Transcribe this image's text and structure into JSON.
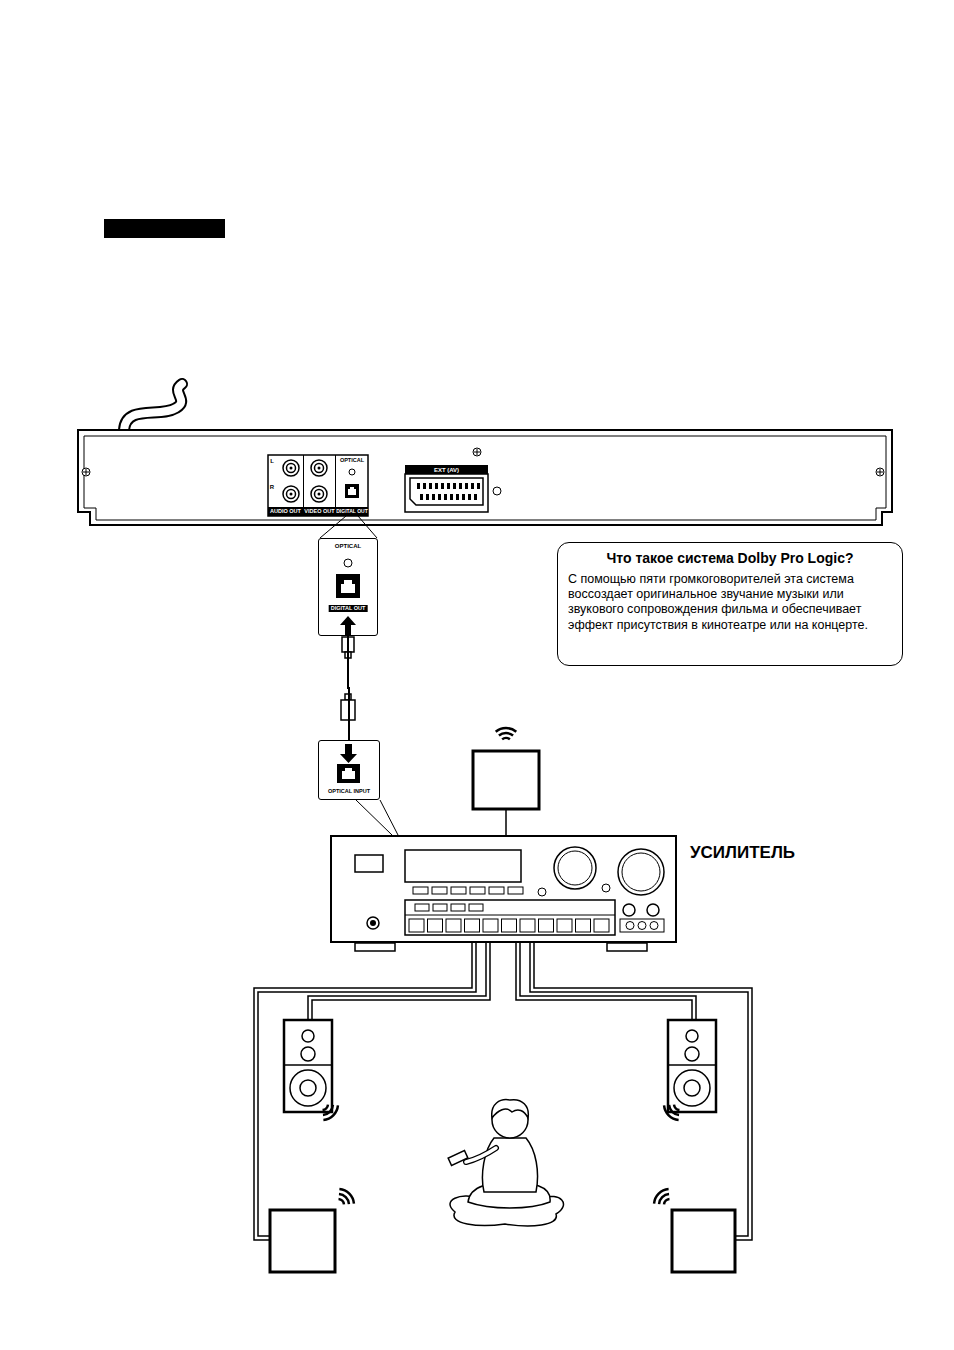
{
  "diagram": {
    "nodes": [
      {
        "text": [
          "OPTICAL",
          "DIGITAL OUT"
        ]
      },
      {
        "text": [
          "Что такое система Dolby Pro Logic?",
          "С помощью пяти громкоговорителей эта система воссоздает оригинальное звучание музыки или звукового сопровождения фильма и обеспечивает эффект присутствия в кинотеатре или на концерте."
        ]
      },
      {
        "text": [
          "OPTICAL INPUT"
        ]
      },
      {
        "text": [
          "УСИЛИТЕЛЬ"
        ]
      }
    ],
    "edges": [
      {
        "from": 0,
        "to": 2,
        "arrow": "none"
      }
    ],
    "labels": [
      "L",
      "R",
      "AUDIO OUT",
      "VIDEO OUT",
      "OPTICAL",
      "DIGITAL OUT",
      "EXT (AV)"
    ]
  }
}
